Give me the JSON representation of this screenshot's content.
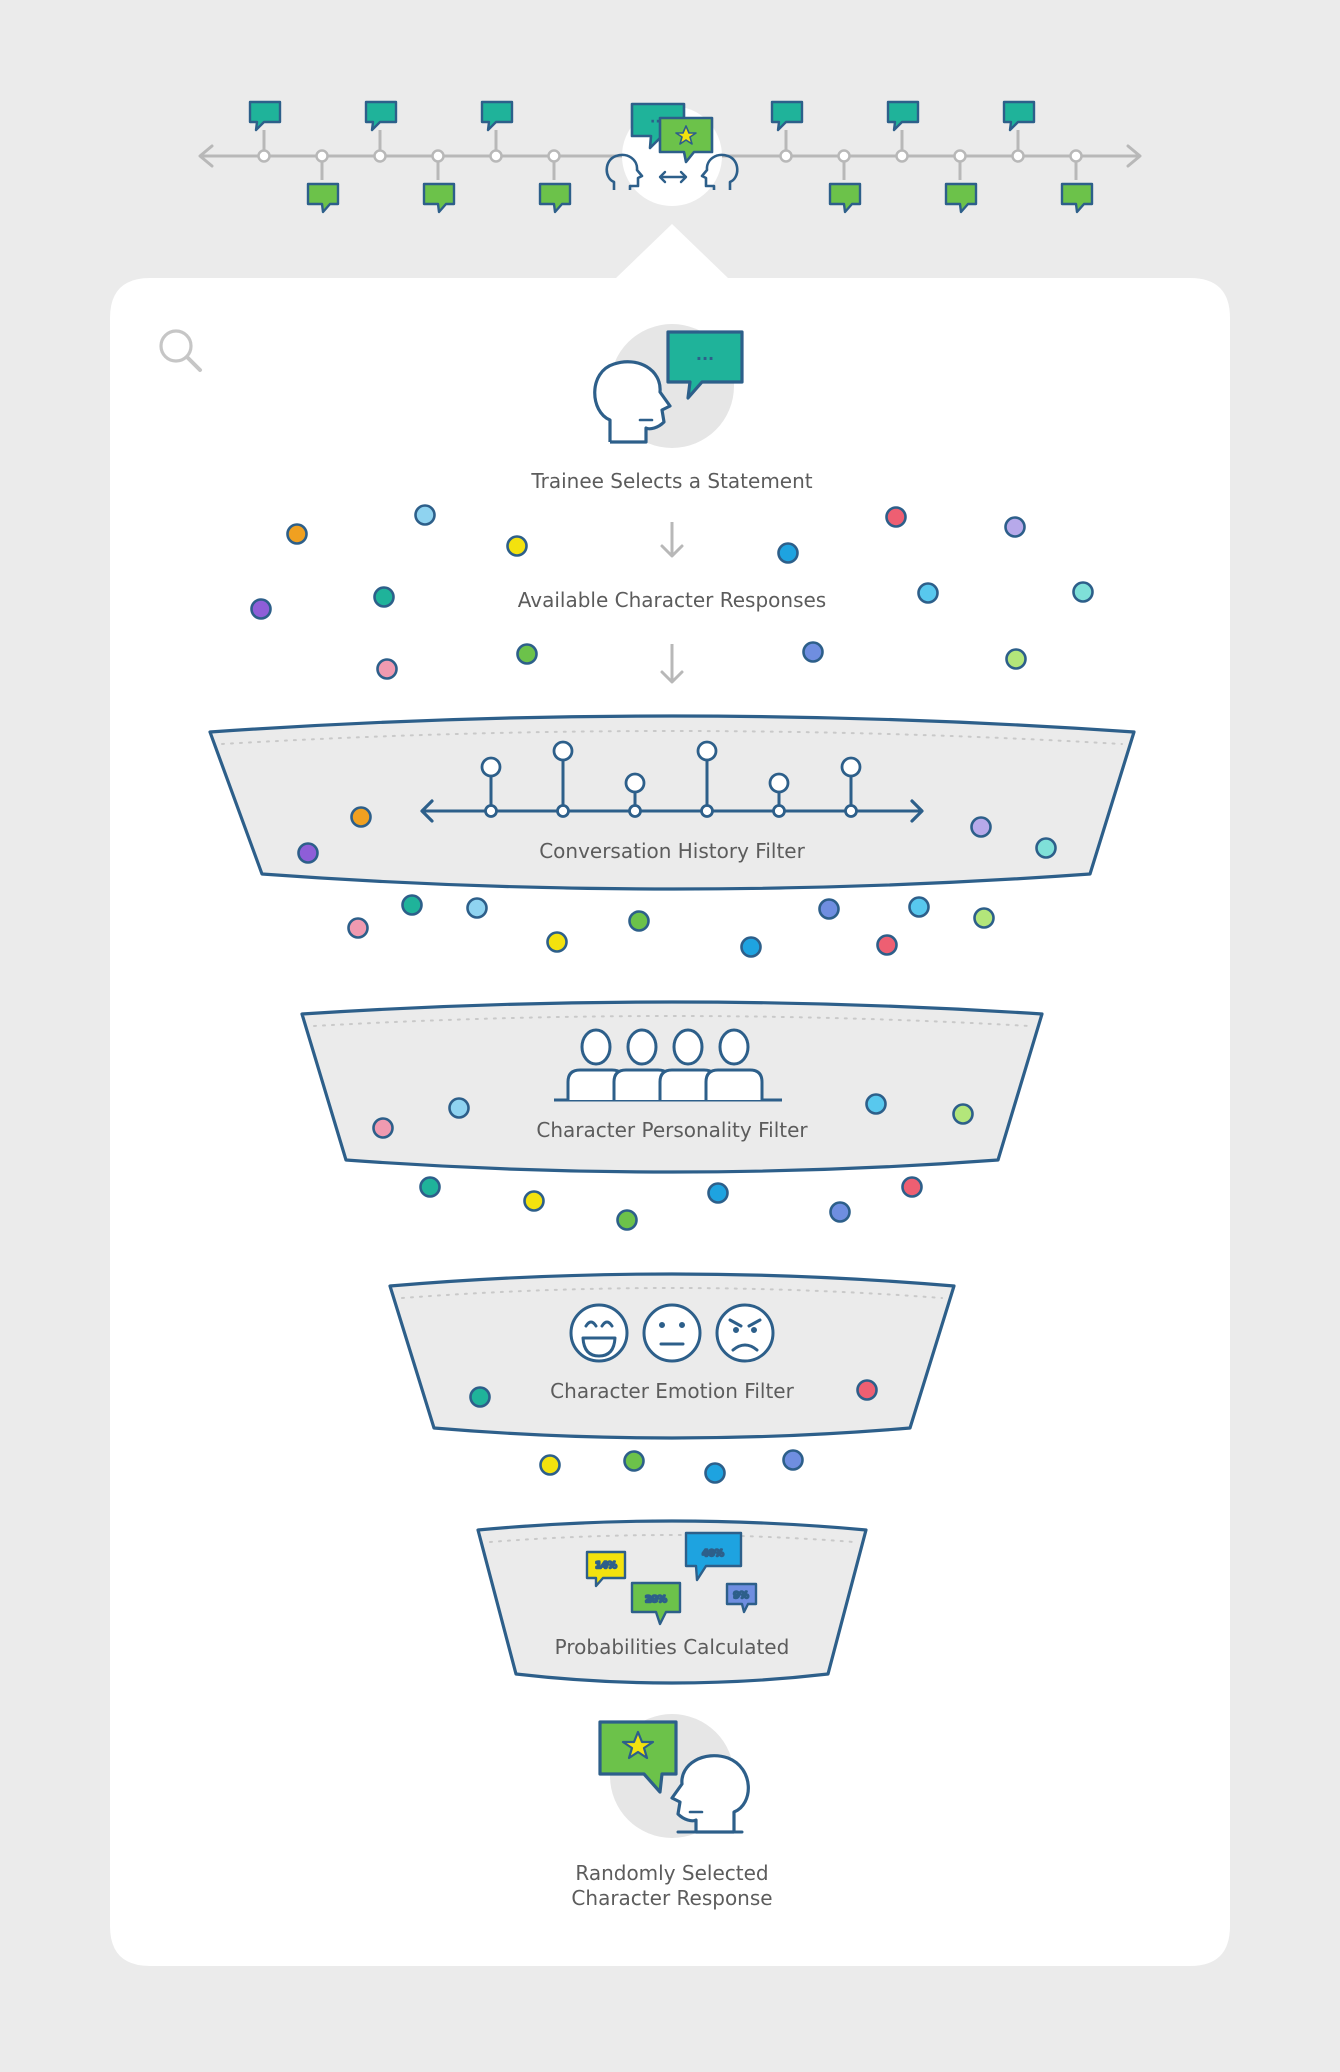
{
  "steps": {
    "trainee": "Trainee Selects a Statement",
    "available": "Available Character Responses",
    "history_filter": "Conversation History Filter",
    "personality_filter": "Character Personality Filter",
    "emotion_filter": "Character Emotion Filter",
    "probabilities": "Probabilities Calculated",
    "result_line1": "Randomly Selected",
    "result_line2": "Character Response"
  },
  "probability_bubbles": [
    {
      "label": "14%",
      "color": "#f3e20e"
    },
    {
      "label": "28%",
      "color": "#6cc24a"
    },
    {
      "label": "40%",
      "color": "#1ea3e0"
    },
    {
      "label": "9%",
      "color": "#6f8ee0"
    }
  ],
  "colors": {
    "background": "#ebebeb",
    "panel": "#ffffff",
    "outline": "#2d5f8a",
    "teal": "#1fb39a",
    "green": "#6cc24a",
    "timeline": "#b8b8b8",
    "funnel_fill": "#ebebeb",
    "text": "#5c5c5c"
  },
  "icons": {
    "search": "search-icon",
    "timeline": "timeline-icon",
    "speech": "speech-bubble-icon",
    "head": "head-icon",
    "group": "group-icon",
    "emotions": [
      "happy-face-icon",
      "neutral-face-icon",
      "angry-face-icon"
    ],
    "star": "star-icon"
  }
}
